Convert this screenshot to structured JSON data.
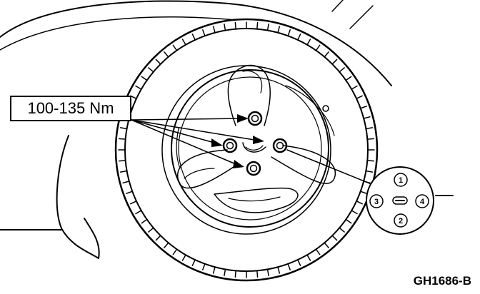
{
  "torque_label": "100-135 Nm",
  "figure_id": "GH1686-B",
  "sequence": {
    "nut_1": "1",
    "nut_2": "2",
    "nut_3": "3",
    "nut_4": "4"
  },
  "colors": {
    "line": "#000000",
    "background": "#ffffff"
  }
}
